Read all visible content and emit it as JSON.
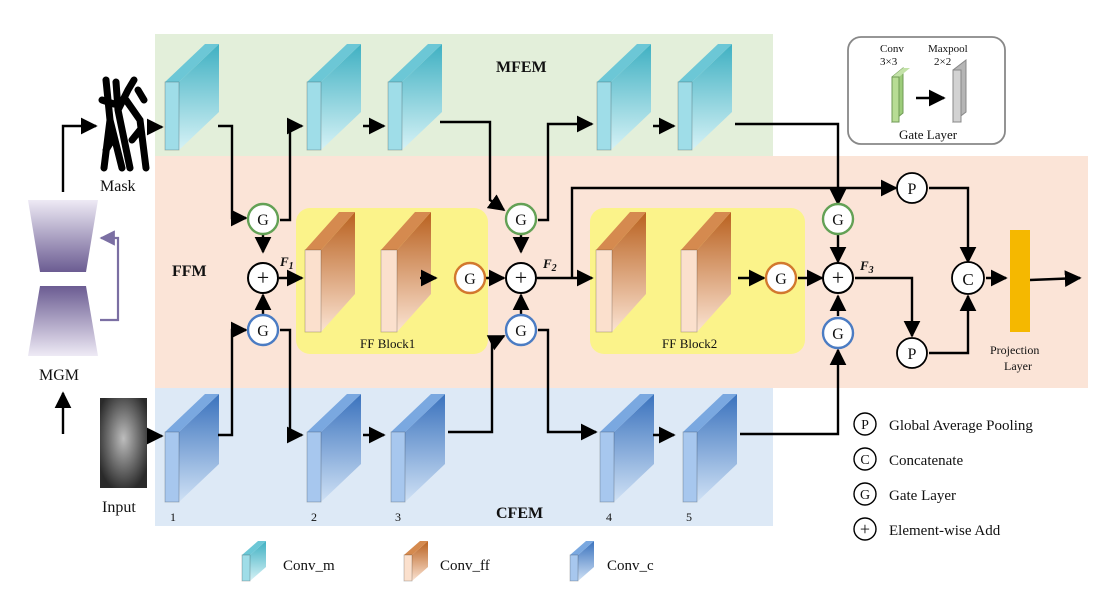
{
  "regions": {
    "mfem": "MFEM",
    "ffm": "FFM",
    "cfem": "CFEM",
    "ff_block1": "FF Block1",
    "ff_block2": "FF Block2"
  },
  "labels": {
    "mask": "Mask",
    "input": "Input",
    "mgm": "MGM",
    "projection": "Projection",
    "projection2": "Layer",
    "f1": "F",
    "f1_sub": "1",
    "f2": "F",
    "f2_sub": "2",
    "f3": "F",
    "f3_sub": "3"
  },
  "nodes": {
    "gate": "G",
    "pool": "P",
    "concat": "C",
    "add": "+"
  },
  "layer_numbers": [
    "1",
    "2",
    "3",
    "4",
    "5"
  ],
  "gate_inset": {
    "conv": "Conv",
    "conv_size": "3×3",
    "maxpool": "Maxpool",
    "maxpool_size": "2×2",
    "title": "Gate Layer"
  },
  "legend_right": [
    {
      "symbol": "P",
      "text": "Global Average Pooling"
    },
    {
      "symbol": "C",
      "text": "Concatenate"
    },
    {
      "symbol": "G",
      "text": "Gate Layer"
    },
    {
      "symbol": "+",
      "text": "Element-wise Add"
    }
  ],
  "legend_bottom": [
    {
      "name": "Conv_m",
      "color": "#3fb6c8"
    },
    {
      "name": "Conv_ff",
      "color": "#d2782e"
    },
    {
      "name": "Conv_c",
      "color": "#4a86d0"
    }
  ],
  "colors": {
    "mfem_bg": "#e3efda",
    "ffm_bg": "#fbe4d7",
    "cfem_bg": "#dde9f6",
    "ff_block_bg": "#fbf38a",
    "gate_green": "#63a155",
    "gate_blue": "#4b7cc3",
    "gate_orange": "#d2782e",
    "projection": "#f5b800"
  }
}
